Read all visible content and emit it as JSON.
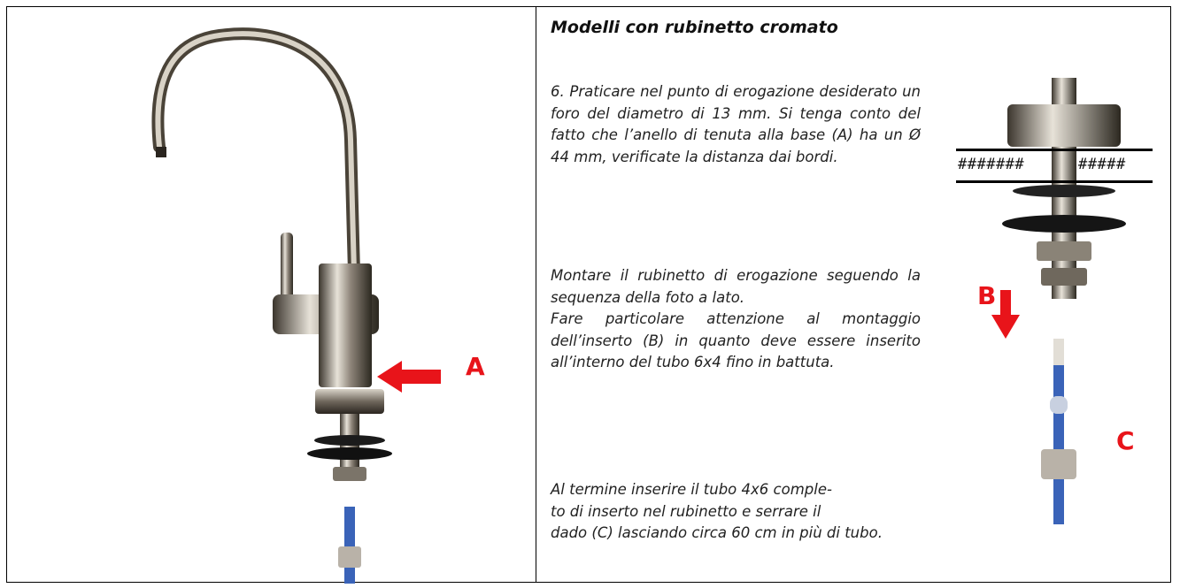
{
  "heading": "Modelli con rubinetto cromato",
  "paragraphs": {
    "p1": "6. Praticare nel punto di erogazione desiderato un foro del diametro di 13 mm. Si tenga conto del fatto che l’anello di tenuta alla base (A) ha un Ø 44 mm, verificate la distanza dai bordi.",
    "p2_line1": "Montare il rubinetto di erogazione seguendo la sequenza della foto a lato.",
    "p2_line2": "Fare particolare attenzione al montaggio dell’inserto (B) in quanto deve essere inserito all’interno del tubo 6x4 fino in battuta.",
    "p3_line1": "Al termine inserire il tubo 4x6 comple-",
    "p3_line2": "to di inserto nel rubinetto e serrare il",
    "p3_line3": "dado (C) lasciando circa 60 cm in più di tubo."
  },
  "labels": {
    "a": "A",
    "b": "B",
    "c": "C"
  },
  "placeholder": {
    "left": "#######",
    "right": "#####"
  },
  "colors": {
    "arrow": "#e8141a",
    "chrome": "#b9b2a8",
    "tube": "#3a63b8"
  },
  "images": {
    "faucet": "chrome-faucet-photo",
    "assembly": "faucet-base-assembly-photo"
  }
}
